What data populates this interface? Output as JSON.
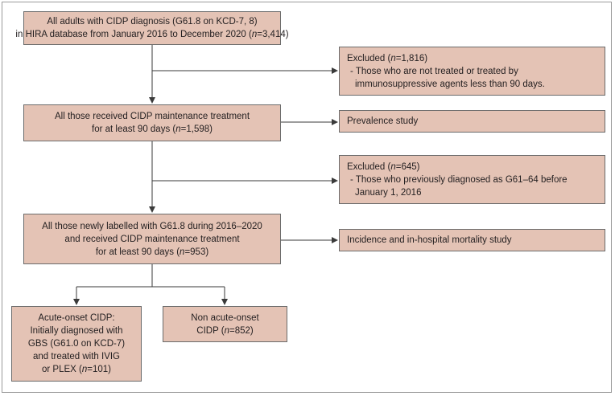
{
  "boxes": {
    "all_adults": {
      "line1": "All adults with CIDP diagnosis (G61.8 on KCD-7, 8)",
      "line2_pre": "in HIRA database from January 2016 to December 2020 (",
      "line2_n": "n",
      "line2_post": "=3,414)"
    },
    "excluded_1": {
      "title_pre": "Excluded (",
      "title_n": "n",
      "title_post": "=1,816)",
      "bullet": "- Those who are not treated or treated by immunosuppressive agents less than 90 days."
    },
    "maintenance": {
      "line1": "All those received CIDP maintenance treatment",
      "line2_pre": "for at least 90 days (",
      "line2_n": "n",
      "line2_post": "=1,598)"
    },
    "prevalence": {
      "label": "Prevalence study"
    },
    "excluded_2": {
      "title_pre": "Excluded (",
      "title_n": "n",
      "title_post": "=645)",
      "bullet": "- Those who previously diagnosed as G61–64 before January 1, 2016"
    },
    "newly_labelled": {
      "line1": "All those newly labelled with G61.8 during 2016–2020",
      "line2": "and received CIDP maintenance treatment",
      "line3_pre": "for at least 90 days (",
      "line3_n": "n",
      "line3_post": "=953)"
    },
    "incidence": {
      "label": "Incidence and in-hospital mortality study"
    },
    "acute_onset": {
      "line1": "Acute-onset CIDP:",
      "line2": "Initially diagnosed with",
      "line3": "GBS (G61.0 on KCD-7)",
      "line4": "and treated with IVIG",
      "line5_pre": "or PLEX (",
      "line5_n": "n",
      "line5_post": "=101)"
    },
    "non_acute": {
      "line1": "Non acute-onset",
      "line2_pre": "CIDP (",
      "line2_n": "n",
      "line2_post": "=852)"
    }
  },
  "colors": {
    "box_fill": "#e4c3b5",
    "box_border": "#6b6b6b",
    "connector": "#3a3a3a"
  }
}
